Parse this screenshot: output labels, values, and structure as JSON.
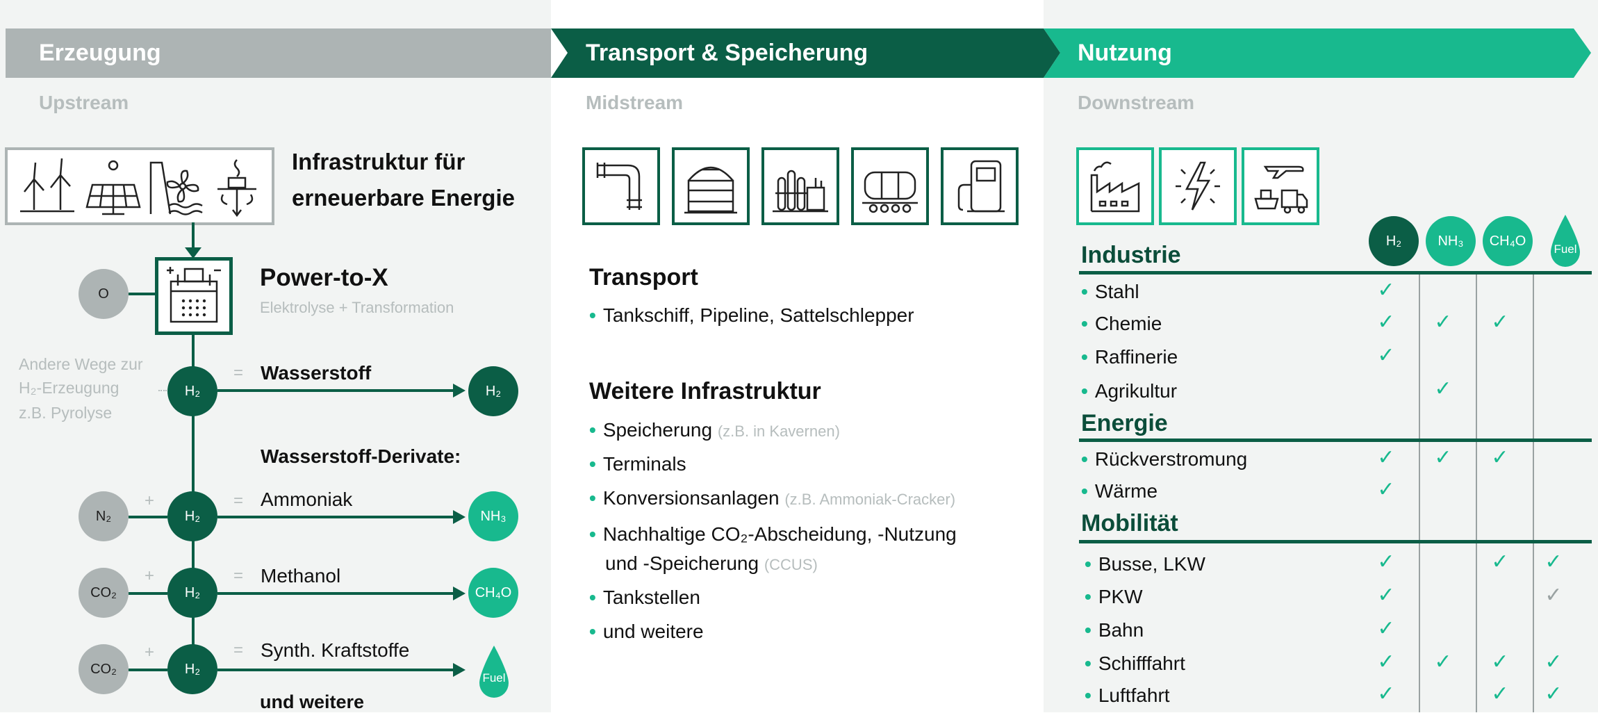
{
  "colors": {
    "grey_banner": "#adb4b4",
    "dark_green": "#0b5e46",
    "mint": "#18b98e",
    "light_grey_text": "#b6bdbd"
  },
  "columns": {
    "erzeugung": {
      "title": "Erzeugung",
      "sub": "Upstream"
    },
    "transport": {
      "title": "Transport & Speicherung",
      "sub": "Midstream"
    },
    "nutzung": {
      "title": "Nutzung",
      "sub": "Downstream"
    }
  },
  "upstream": {
    "infra_title_1": "Infrastruktur für",
    "infra_title_2": "erneuerbare Energie",
    "infra_icons": [
      "wind-turbines-icon",
      "solar-panel-icon",
      "hydro-power-icon",
      "geothermal-icon"
    ],
    "ptx_title": "Power-to-X",
    "ptx_sub": "Elektrolyse + Transformation",
    "o_label": "O",
    "other_ways": [
      "Andere Wege zur",
      "H₂-Erzeugung",
      "z.B. Pyrolyse"
    ],
    "h2": "H₂",
    "plus": "+",
    "eq": "=",
    "wasserstoff": "Wasserstoff",
    "derivate_title": "Wasserstoff-Derivate:",
    "rows": [
      {
        "input": "N₂",
        "label": "Ammoniak",
        "output": "NH₃"
      },
      {
        "input": "CO₂",
        "label": "Methanol",
        "output": "CH₄O"
      },
      {
        "input": "CO₂",
        "label": "Synth. Kraftstoffe",
        "output": "Fuel"
      }
    ],
    "und_weitere": "und weitere"
  },
  "midstream": {
    "icons": [
      "pipeline-icon",
      "storage-tank-icon",
      "refinery-icon",
      "tank-wagon-icon",
      "fuel-pump-icon"
    ],
    "transport_title": "Transport",
    "transport_item": "Tankschiff, Pipeline, Sattelschlepper",
    "infra_title": "Weitere Infrastruktur",
    "items": [
      {
        "text": "Speicherung",
        "note": "(z.B. in Kavernen)"
      },
      {
        "text": "Terminals",
        "note": ""
      },
      {
        "text": "Konversionsanlagen",
        "note": "(z.B. Ammoniak-Cracker)"
      },
      {
        "text": "Nachhaltige CO₂-Abscheidung, -Nutzung",
        "note": ""
      },
      {
        "text": "und -Speicherung",
        "note": "(CCUS)"
      },
      {
        "text": "Tankstellen",
        "note": ""
      },
      {
        "text": "und weitere",
        "note": ""
      }
    ]
  },
  "downstream": {
    "icons": [
      "factory-icon",
      "electricity-icon",
      "transport-vehicles-icon"
    ],
    "headers": [
      "H₂",
      "NH₃",
      "CH₄O",
      "Fuel"
    ],
    "sections": [
      {
        "title": "Industrie",
        "rows": [
          {
            "label": "Stahl",
            "checks": [
              true,
              false,
              false,
              false
            ]
          },
          {
            "label": "Chemie",
            "checks": [
              true,
              true,
              true,
              false
            ]
          },
          {
            "label": "Raffinerie",
            "checks": [
              true,
              false,
              false,
              false
            ]
          },
          {
            "label": "Agrikultur",
            "checks": [
              false,
              true,
              false,
              false
            ]
          }
        ]
      },
      {
        "title": "Energie",
        "rows": [
          {
            "label": "Rückverstromung",
            "checks": [
              true,
              true,
              true,
              false
            ]
          },
          {
            "label": "Wärme",
            "checks": [
              true,
              false,
              false,
              false
            ]
          }
        ]
      },
      {
        "title": "Mobilität",
        "rows": [
          {
            "label": "Busse, LKW",
            "checks": [
              true,
              false,
              true,
              true
            ]
          },
          {
            "label": "PKW",
            "checks": [
              true,
              false,
              false,
              "grey"
            ]
          },
          {
            "label": "Bahn",
            "checks": [
              true,
              false,
              false,
              false
            ]
          },
          {
            "label": "Schifffahrt",
            "checks": [
              true,
              true,
              true,
              true
            ]
          },
          {
            "label": "Luftfahrt",
            "checks": [
              true,
              false,
              true,
              true
            ]
          }
        ]
      }
    ],
    "check_mark": "✓"
  }
}
